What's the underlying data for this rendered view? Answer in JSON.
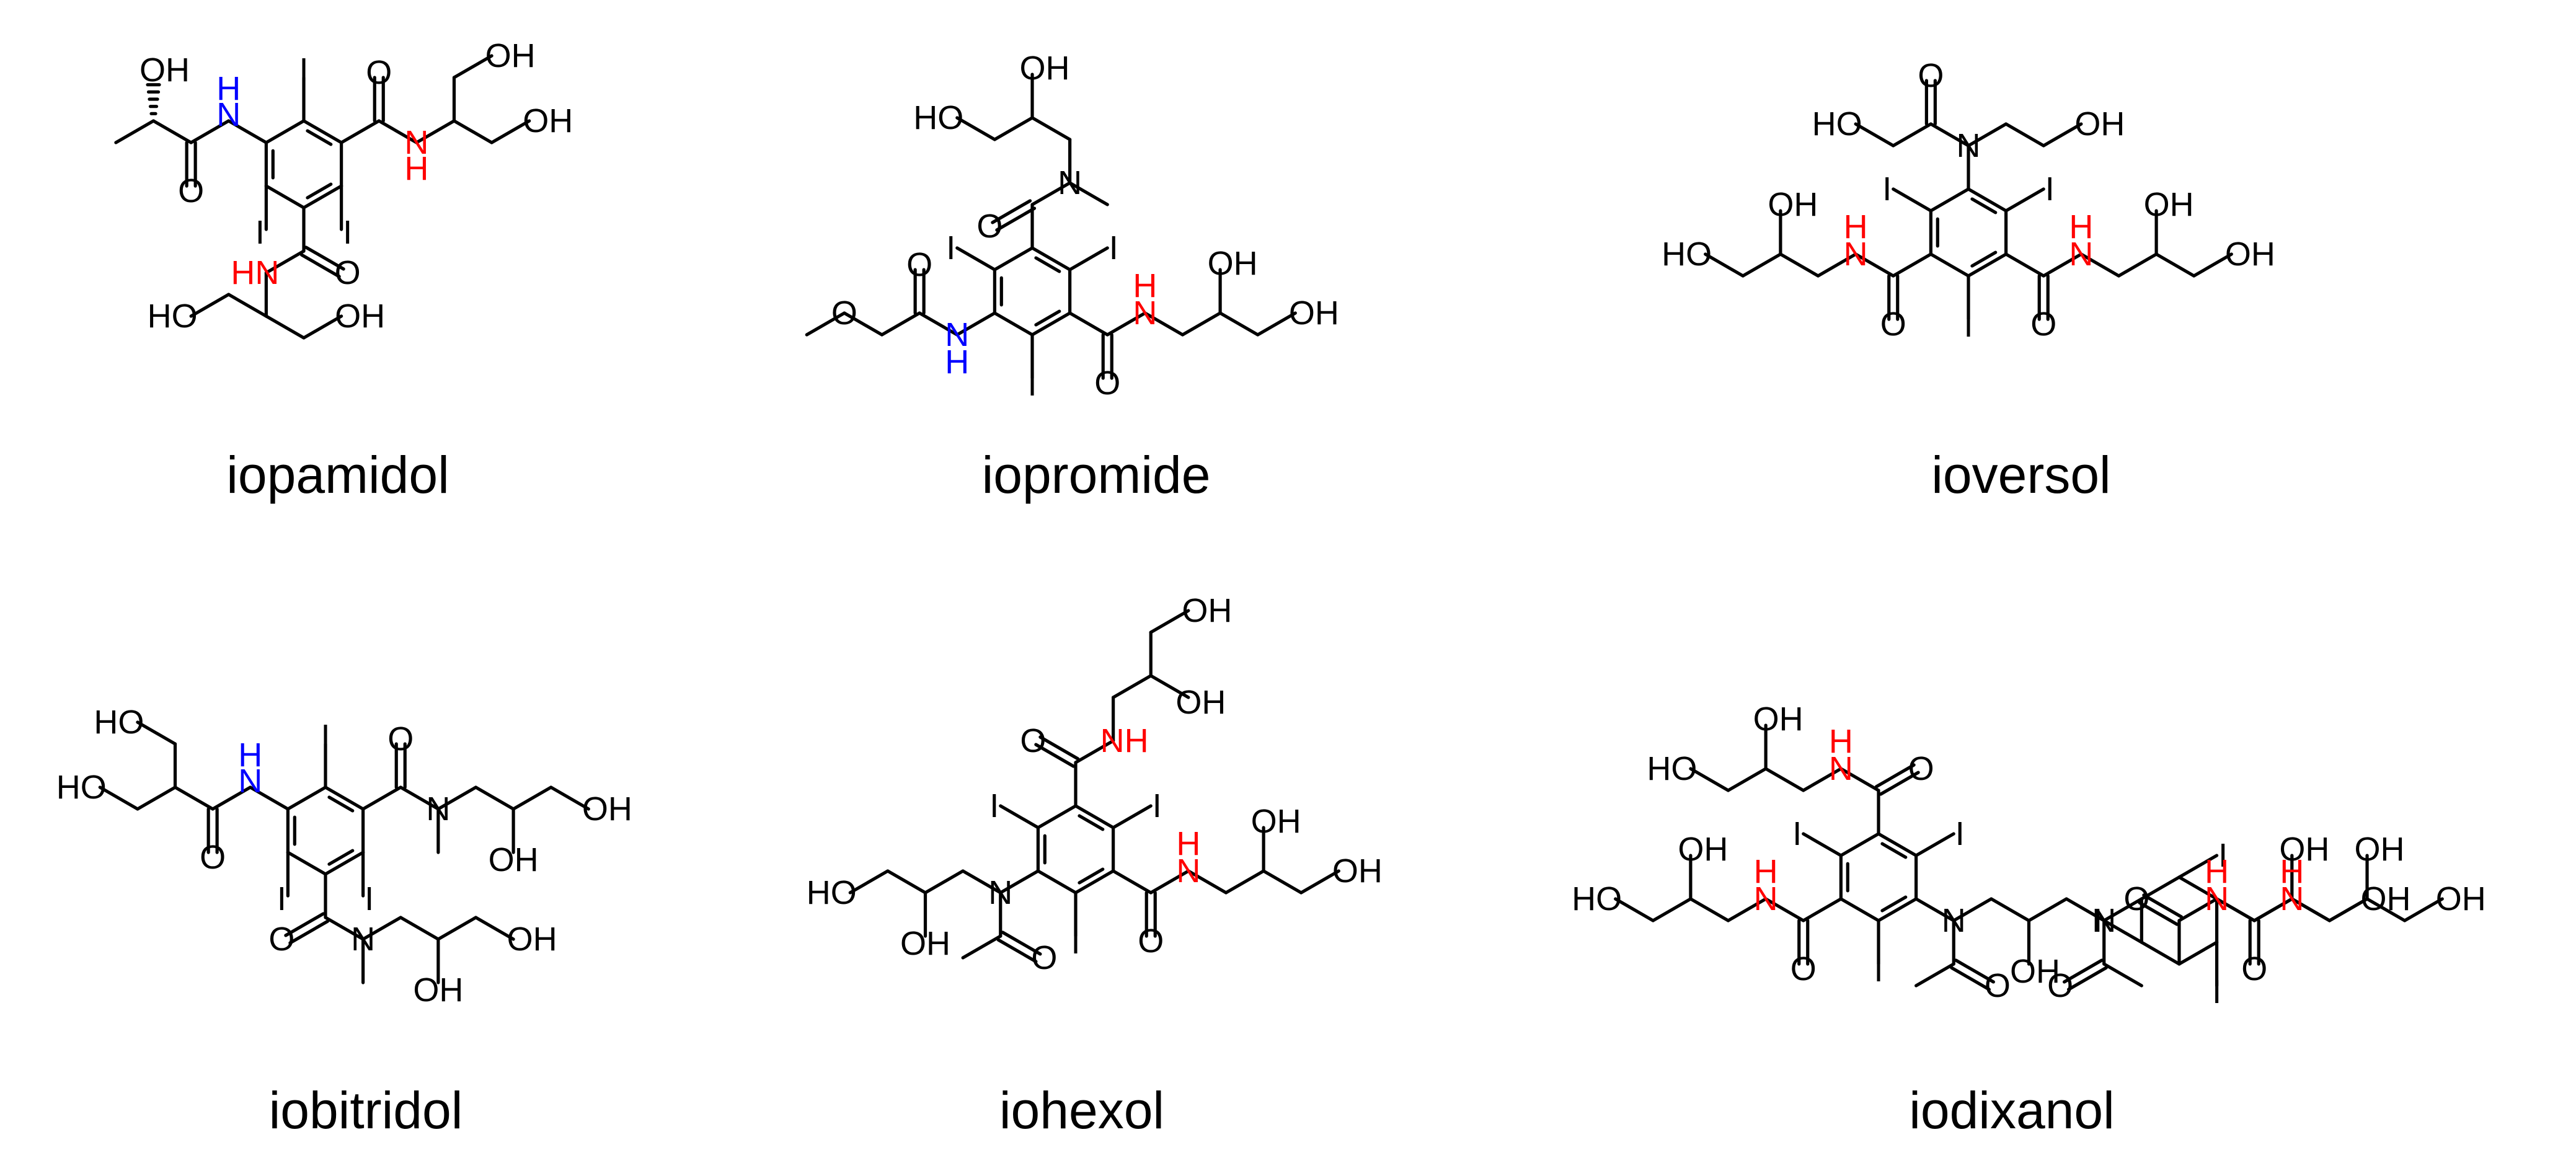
{
  "colors": {
    "bond": "#000000",
    "atom_default": "#000000",
    "secondary_amide_nh": "#ff0000",
    "anilide_nh": "#0000ff"
  },
  "compounds": [
    {
      "name": "iopamidol"
    },
    {
      "name": "iopromide"
    },
    {
      "name": "ioversol"
    },
    {
      "name": "iobitridol"
    },
    {
      "name": "iohexol"
    },
    {
      "name": "iodixanol"
    }
  ],
  "atoms": {
    "iodine": "I",
    "oxygen": "O",
    "nitrogen": "N",
    "hydroxyl_right": "OH",
    "hydroxyl_left": "HO",
    "amide_nh_right": "NH",
    "amide_nh_left": "HN",
    "hydrogen": "H",
    "ether_oxygen": "O"
  }
}
